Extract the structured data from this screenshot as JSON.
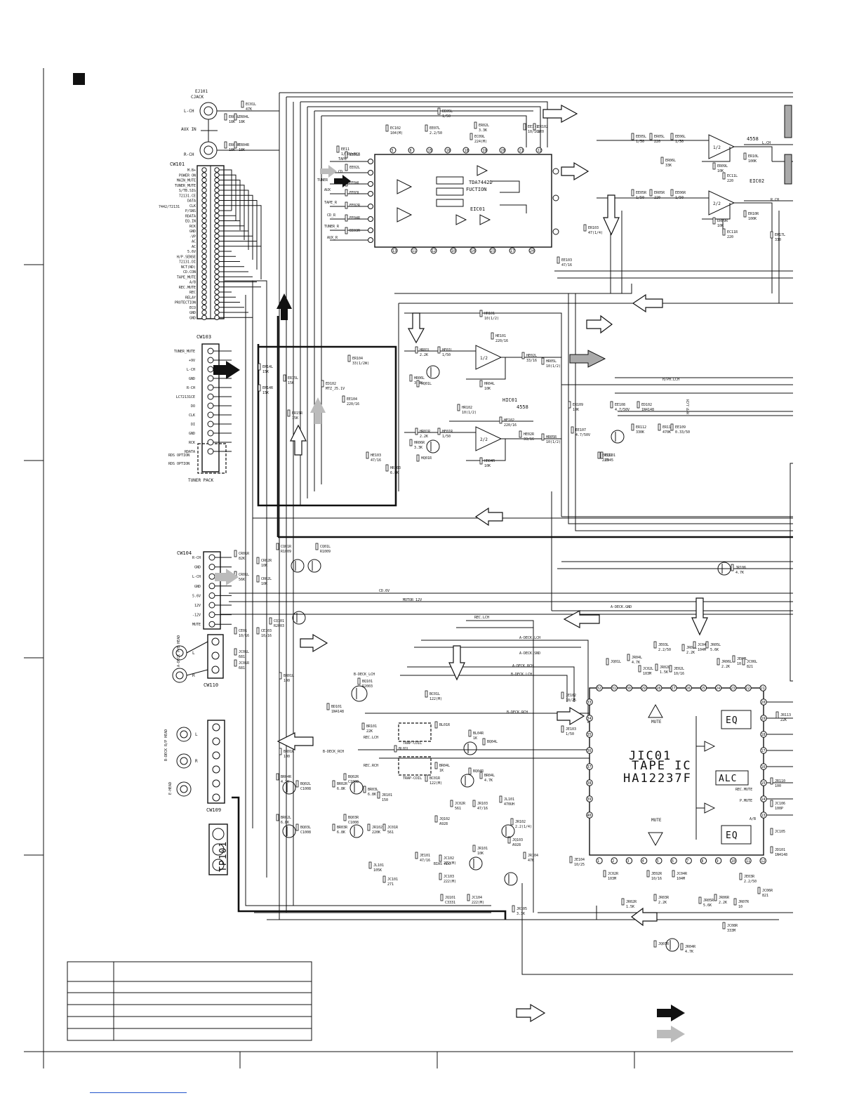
{
  "cw101": {
    "name": "CW101",
    "pins": [
      "M.B+",
      "POWER ON",
      "MAIN_MUTE",
      "TUNER_MUTE",
      "S/TB.SIG",
      "72131.CE",
      "DATA",
      "CLK",
      "P/SNS",
      "RDATA",
      "EQ.IN",
      "RCK",
      "GND",
      "-VP",
      "AC",
      "AC",
      "5.6V",
      "H/P.SENSE",
      "72131.DI",
      "NCT(ND)",
      "CD.CON",
      "TAPE_MUTE",
      "A/B",
      "REC.MUTE",
      "REC",
      "RELAY",
      "PROTECTION",
      "ECO",
      "GND",
      "GND"
    ],
    "side_label": "7442/72131"
  },
  "cw103": {
    "name": "CW103",
    "pins": [
      "TUNER_MUTE",
      "+9V",
      "L-CH",
      "GND",
      "R-CH",
      "LC72131CE",
      "DO",
      "CLK",
      "DI",
      "GND",
      "RCK",
      "RDATA"
    ],
    "options": [
      "RDS OPTION",
      "RDS OPTION"
    ],
    "pack_label": "TUNER PACK"
  },
  "cw104": {
    "name": "CW104",
    "pins": [
      "R-CH",
      "GND",
      "L-CH",
      "GND",
      "5.6V",
      "12V",
      "-12V",
      "MUTE"
    ]
  },
  "cw110": {
    "name": "CW110",
    "head_label": "A-DECK P/B HEAD",
    "l": "L",
    "r": "R"
  },
  "cw109": {
    "name": "CW109",
    "bhead_label": "B-DECK R/P HEAD",
    "ehead_label": "E-HEAD",
    "l": "L",
    "r": "R"
  },
  "tp101": {
    "name": "TP101"
  },
  "jack": {
    "ref": "EJ101",
    "name": "CJACK",
    "lch": "L-CH",
    "aux": "AUX IN",
    "rch": "R-CH"
  },
  "eic01": {
    "ref": "EIC01",
    "part": "TDA7442D",
    "func": "FUCTION",
    "pins_top": [
      "5",
      "8",
      "15",
      "16",
      "18",
      "19",
      "20",
      "21",
      "22"
    ],
    "pins_bottom": [
      "13",
      "11",
      "12",
      "10",
      "14",
      "23",
      "17",
      "24"
    ]
  },
  "eic02": {
    "ref": "EIC02",
    "part": "4558",
    "sec_a": "1/2",
    "sec_b": "2/2"
  },
  "hic01": {
    "ref": "HIC01",
    "part": "4558",
    "sec_a": "1/2",
    "sec_b": "2/2"
  },
  "jic01": {
    "ref": "JIC01",
    "line1": "TAPE IC",
    "line2": "HA12237F",
    "blocks": {
      "eq": "EQ",
      "alc": "ALC",
      "mute": "MUTE"
    },
    "pins_top": [
      "32",
      "31",
      "30",
      "29",
      "28",
      "27",
      "26",
      "25",
      "24",
      "23",
      "22",
      "21"
    ],
    "pins_bottom": [
      "1",
      "2",
      "3",
      "4",
      "5",
      "6",
      "7",
      "8",
      "9",
      "10",
      "11",
      "12"
    ],
    "pins_left": [
      "33",
      "34",
      "35",
      "36",
      "37",
      "38",
      "39",
      "40"
    ],
    "pins_right": [
      "20",
      "19",
      "18",
      "17",
      "16",
      "15",
      "14",
      "13"
    ],
    "right_labels": [
      "REC.MUTE",
      "P.MUTE",
      "A/B"
    ]
  },
  "net_labels": {
    "tape": "TAPE",
    "cd": "CD",
    "tuner": "TUNER",
    "aux": "AUX",
    "tape_r": "TAPE_R",
    "cd_r": "CD_R",
    "tuner_r": "TUNER_R",
    "aux_r": "AUX_R",
    "lch": "L.CH",
    "rch": "R.CH",
    "hp_lch": "H/PH.LCH",
    "hp_rch": "H/P.LCH",
    "cd_6v": "CD.6V",
    "motor_12v": "MOTOR_12V",
    "rec_lch": "REC.LCH",
    "a_deck_gnd": "A-DECK.GND",
    "a_deck_lch": "A-DECK.LCH",
    "a_deck_snd": "A-DECK.SND",
    "a_deck_rch": "A-DECK.RCH",
    "b_deck_lch": "B-DECK.LCH",
    "b_deck_rch": "B-DECK.RCH",
    "b_deck_lch2": "B-DECK_LCH",
    "b_deck_rch2": "B-DECK_RCH",
    "rec_rch": "REC.RCH",
    "rec_lch2": "REC.LCH",
    "trap_coil": "TRAP-COIL",
    "bias_adj": "BIAS ADJ"
  },
  "components": [
    {
      "ref": "ER03L",
      "val": "18K"
    },
    {
      "ref": "ER04L",
      "val": "18K"
    },
    {
      "ref": "EC01L",
      "val": "47K"
    },
    {
      "ref": "ER03R",
      "val": "18K"
    },
    {
      "ref": "ER04R",
      "val": "18K"
    },
    {
      "ref": "ER02L",
      "val": "3.3K"
    },
    {
      "ref": "EE11",
      "val": "1/50VxBCA"
    },
    {
      "ref": "EE01L",
      "val": ""
    },
    {
      "ref": "EE02L",
      "val": ""
    },
    {
      "ref": "EE04L",
      "val": ""
    },
    {
      "ref": "EE03L",
      "val": ""
    },
    {
      "ref": "EE02R",
      "val": ""
    },
    {
      "ref": "EE04R",
      "val": ""
    },
    {
      "ref": "EE03R",
      "val": ""
    },
    {
      "ref": "EE05L",
      "val": "1/50"
    },
    {
      "ref": "EC09L",
      "val": "224(M)"
    },
    {
      "ref": "EC102",
      "val": "104(M)"
    },
    {
      "ref": "EE07L",
      "val": "2.2/50"
    },
    {
      "ref": "EE101",
      "val": "10/16V"
    },
    {
      "ref": "ER102",
      "val": "220"
    },
    {
      "ref": "EE05L",
      "val": "1/50"
    },
    {
      "ref": "ER05L",
      "val": "220"
    },
    {
      "ref": "EE06L",
      "val": "1/50"
    },
    {
      "ref": "ER06L",
      "val": "33K"
    },
    {
      "ref": "ER09L",
      "val": "10K"
    },
    {
      "ref": "EC11L",
      "val": "220"
    },
    {
      "ref": "ER10L",
      "val": "100K"
    },
    {
      "ref": "EE05R",
      "val": "1/50"
    },
    {
      "ref": "ER05R",
      "val": "220"
    },
    {
      "ref": "EE06R",
      "val": "1/50"
    },
    {
      "ref": "ER09R",
      "val": "10K"
    },
    {
      "ref": "EC11R",
      "val": "220"
    },
    {
      "ref": "ER10R",
      "val": "100K"
    },
    {
      "ref": "ER17L",
      "val": "330"
    },
    {
      "ref": "EE103",
      "val": "47/16"
    },
    {
      "ref": "ER103",
      "val": "47(1/4)"
    },
    {
      "ref": "HR01L",
      "val": "2.2K"
    },
    {
      "ref": "HE01L",
      "val": "1/50"
    },
    {
      "ref": "HR06L",
      "val": "3.3K"
    },
    {
      "ref": "HQ01L",
      "val": ""
    },
    {
      "ref": "HR04L",
      "val": "10K"
    },
    {
      "ref": "HE02L",
      "val": "33/16"
    },
    {
      "ref": "HR05L",
      "val": "10(1/2)"
    },
    {
      "ref": "HR101",
      "val": "10(1/2)"
    },
    {
      "ref": "HE101",
      "val": "220/16"
    },
    {
      "ref": "HR01R",
      "val": "2.2K"
    },
    {
      "ref": "HE01R",
      "val": "1/50"
    },
    {
      "ref": "HR06R",
      "val": "3.3K"
    },
    {
      "ref": "HQ01R",
      "val": ""
    },
    {
      "ref": "HR04R",
      "val": "10K"
    },
    {
      "ref": "HE02R",
      "val": "33/16"
    },
    {
      "ref": "HR05R",
      "val": "10(1/2)"
    },
    {
      "ref": "HR102",
      "val": "10(1/2)"
    },
    {
      "ref": "HE102",
      "val": "220/16"
    },
    {
      "ref": "HR103",
      "val": "6.8K"
    },
    {
      "ref": "HE103",
      "val": "47/16"
    },
    {
      "ref": "ER104",
      "val": "33(1/2W)"
    },
    {
      "ref": "ED102",
      "val": "MTZ_J5.1V"
    },
    {
      "ref": "EE104",
      "val": "220/16"
    },
    {
      "ref": "ER14L",
      "val": "15K"
    },
    {
      "ref": "ER14R",
      "val": "15K"
    },
    {
      "ref": "ER15L",
      "val": "15K"
    },
    {
      "ref": "ER15R",
      "val": "15K"
    },
    {
      "ref": "ER109",
      "val": "10K"
    },
    {
      "ref": "EE108",
      "val": "4.7/50V"
    },
    {
      "ref": "ED102",
      "val": "1N4148"
    },
    {
      "ref": "EE107",
      "val": "4.7/50V"
    },
    {
      "ref": "EQ101",
      "val": "C945"
    },
    {
      "ref": "ER112",
      "val": "330K"
    },
    {
      "ref": "ER113",
      "val": "470K"
    },
    {
      "ref": "EE109",
      "val": "0.33/50"
    },
    {
      "ref": "ER111",
      "val": "220"
    },
    {
      "ref": "CR01R",
      "val": "82K"
    },
    {
      "ref": "CR02R",
      "val": "10K"
    },
    {
      "ref": "CQ01R",
      "val": "R1009"
    },
    {
      "ref": "CQ01L",
      "val": "R1009"
    },
    {
      "ref": "CR01L",
      "val": "56K"
    },
    {
      "ref": "CR02L",
      "val": "10K"
    },
    {
      "ref": "CQ101",
      "val": "R2003"
    },
    {
      "ref": "CE01",
      "val": "10/16"
    },
    {
      "ref": "CE103",
      "val": "10/16"
    },
    {
      "ref": "JC01L",
      "val": "681"
    },
    {
      "ref": "JC01R",
      "val": "681"
    },
    {
      "ref": "BR01L",
      "val": "100"
    },
    {
      "ref": "BR01R",
      "val": "100"
    },
    {
      "ref": "BQ101",
      "val": "R2003"
    },
    {
      "ref": "BD101",
      "val": "1N4148"
    },
    {
      "ref": "BR101",
      "val": "22K"
    },
    {
      "ref": "BC01L",
      "val": "122(M)"
    },
    {
      "ref": "BC01R",
      "val": "122(M)"
    },
    {
      "ref": "BL01L",
      "val": ""
    },
    {
      "ref": "BL01R",
      "val": ""
    },
    {
      "ref": "BR04L",
      "val": "1K"
    },
    {
      "ref": "BL04R",
      "val": "1K"
    },
    {
      "ref": "BQ04L",
      "val": ""
    },
    {
      "ref": "BQ04R",
      "val": ""
    },
    {
      "ref": "BR04L",
      "val": "4.7K"
    },
    {
      "ref": "BR04R",
      "val": "4.7K"
    },
    {
      "ref": "BQ02R",
      "val": "C1008"
    },
    {
      "ref": "BQ02L",
      "val": "C1008"
    },
    {
      "ref": "BR02R",
      "val": "6.8K"
    },
    {
      "ref": "BR02L",
      "val": "6.8K"
    },
    {
      "ref": "BQ03R",
      "val": "C1008"
    },
    {
      "ref": "BQ03L",
      "val": "C1008"
    },
    {
      "ref": "BR03R",
      "val": "6.8K"
    },
    {
      "ref": "BR03L",
      "val": "6.8K"
    },
    {
      "ref": "JR101",
      "val": "150"
    },
    {
      "ref": "JR102",
      "val": "220K"
    },
    {
      "ref": "JC01R",
      "val": "561"
    },
    {
      "ref": "JC02R",
      "val": "561"
    },
    {
      "ref": "JR103",
      "val": "47/16"
    },
    {
      "ref": "JL101",
      "val": "470UH"
    },
    {
      "ref": "JQ102",
      "val": "A928"
    },
    {
      "ref": "JE101",
      "val": "47/16"
    },
    {
      "ref": "JL101",
      "val": "105K"
    },
    {
      "ref": "JC101",
      "val": "271"
    },
    {
      "ref": "JC102",
      "val": "272(M)"
    },
    {
      "ref": "JC103",
      "val": "222(M)"
    },
    {
      "ref": "JR101",
      "val": "10K"
    },
    {
      "ref": "JQ101",
      "val": "C3331"
    },
    {
      "ref": "JC104",
      "val": "222(M)"
    },
    {
      "ref": "JR102",
      "val": "2.2(1/4)"
    },
    {
      "ref": "JQ103",
      "val": "A928"
    },
    {
      "ref": "JR104",
      "val": "47K"
    },
    {
      "ref": "JR105",
      "val": "3.3K"
    },
    {
      "ref": "JR106",
      "val": "4.7K"
    },
    {
      "ref": "JQ01L",
      "val": ""
    },
    {
      "ref": "JR04L",
      "val": "4.7K"
    },
    {
      "ref": "JC02L",
      "val": "103M"
    },
    {
      "ref": "JR02L",
      "val": "1.5K"
    },
    {
      "ref": "JE02L",
      "val": "10/16"
    },
    {
      "ref": "JE03L",
      "val": "2.2/50"
    },
    {
      "ref": "JR03L",
      "val": "2.2K"
    },
    {
      "ref": "JC04L",
      "val": "104M"
    },
    {
      "ref": "JR05L",
      "val": "5.6K"
    },
    {
      "ref": "JR06L",
      "val": "2.2K"
    },
    {
      "ref": "JE07L",
      "val": "10"
    },
    {
      "ref": "JC06L",
      "val": "821"
    },
    {
      "ref": "JE102",
      "val": "10/25"
    },
    {
      "ref": "JE103",
      "val": "1/50"
    },
    {
      "ref": "JR113",
      "val": "22K"
    },
    {
      "ref": "JR110",
      "val": "100"
    },
    {
      "ref": "JC106",
      "val": "100P"
    },
    {
      "ref": "JC105",
      "val": ""
    },
    {
      "ref": "JD101",
      "val": "1N4148"
    },
    {
      "ref": "JE104",
      "val": "10/25"
    },
    {
      "ref": "JC02R",
      "val": "103M"
    },
    {
      "ref": "JR02R",
      "val": "1.5K"
    },
    {
      "ref": "JE02R",
      "val": "10/16"
    },
    {
      "ref": "JR03R",
      "val": "2.2K"
    },
    {
      "ref": "JC04R",
      "val": "104M"
    },
    {
      "ref": "JR05R",
      "val": "5.6K"
    },
    {
      "ref": "JR06R",
      "val": "2.2K"
    },
    {
      "ref": "JR07R",
      "val": "10"
    },
    {
      "ref": "JE03R",
      "val": "2.2/50"
    },
    {
      "ref": "JC06R",
      "val": "821"
    },
    {
      "ref": "JC08R",
      "val": "333M"
    },
    {
      "ref": "JQ01R",
      "val": ""
    },
    {
      "ref": "JR04R",
      "val": "4.7K"
    }
  ]
}
